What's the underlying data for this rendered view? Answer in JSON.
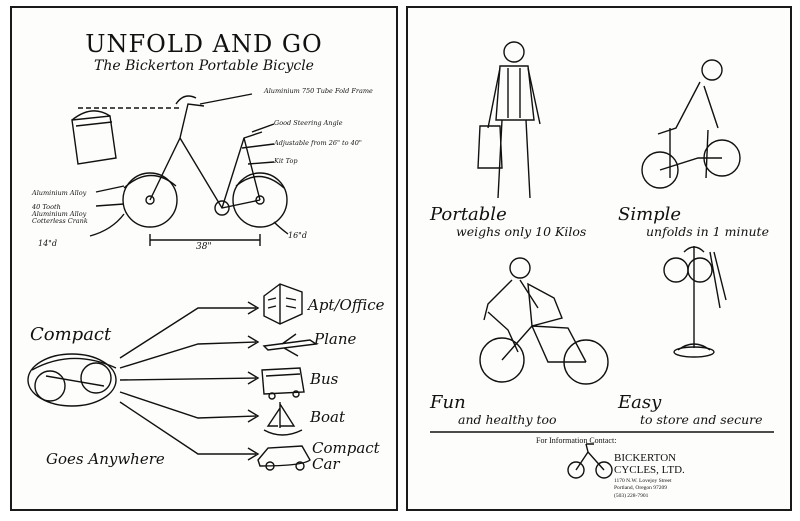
{
  "left_panel": {
    "title": "UNFOLD AND GO",
    "subtitle": "The Bickerton Portable Bicycle",
    "annotations": {
      "frame": "Aluminium 750 Tube Fold Frame",
      "handlebar": "Good Steering Angle",
      "seat": "Adjustable from 26\" to 40\"",
      "clamp": "Kit Top",
      "alloy": "Aluminium Alloy",
      "wheel": "40 Tooth Aluminium Alloy Cotterless Crank",
      "tyre_left": "14\"d",
      "tyre_right": "16\"d",
      "length": "38\""
    },
    "compact_label": "Compact",
    "goes_anywhere": "Goes Anywhere",
    "destinations": [
      "Apt/Office",
      "Plane",
      "Bus",
      "Boat",
      "Compact Car"
    ]
  },
  "right_panel": {
    "features": [
      {
        "heading": "Portable",
        "text": "weighs only 10 Kilos"
      },
      {
        "heading": "Simple",
        "text": "unfolds in 1 minute"
      },
      {
        "heading": "Fun",
        "text": "and healthy too"
      },
      {
        "heading": "Easy",
        "text": "to store and secure"
      }
    ],
    "contact_label": "For Information Contact:",
    "company": "BICKERTON CYCLES, LTD.",
    "address_line1": "1170 N.W. Lovejoy Street",
    "address_line2": "Portland, Oregon 97209",
    "phone": "(503) 228-7901"
  }
}
